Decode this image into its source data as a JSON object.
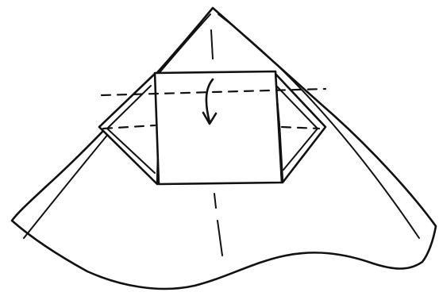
{
  "diagram": {
    "kind": "origami folding step",
    "ink_color": "#111111",
    "background_color": "#ffffff",
    "labels": [],
    "fold_arrow": "fold-down",
    "lines": {
      "valley_fold": "dashed",
      "center_crease": "solid broken"
    }
  }
}
